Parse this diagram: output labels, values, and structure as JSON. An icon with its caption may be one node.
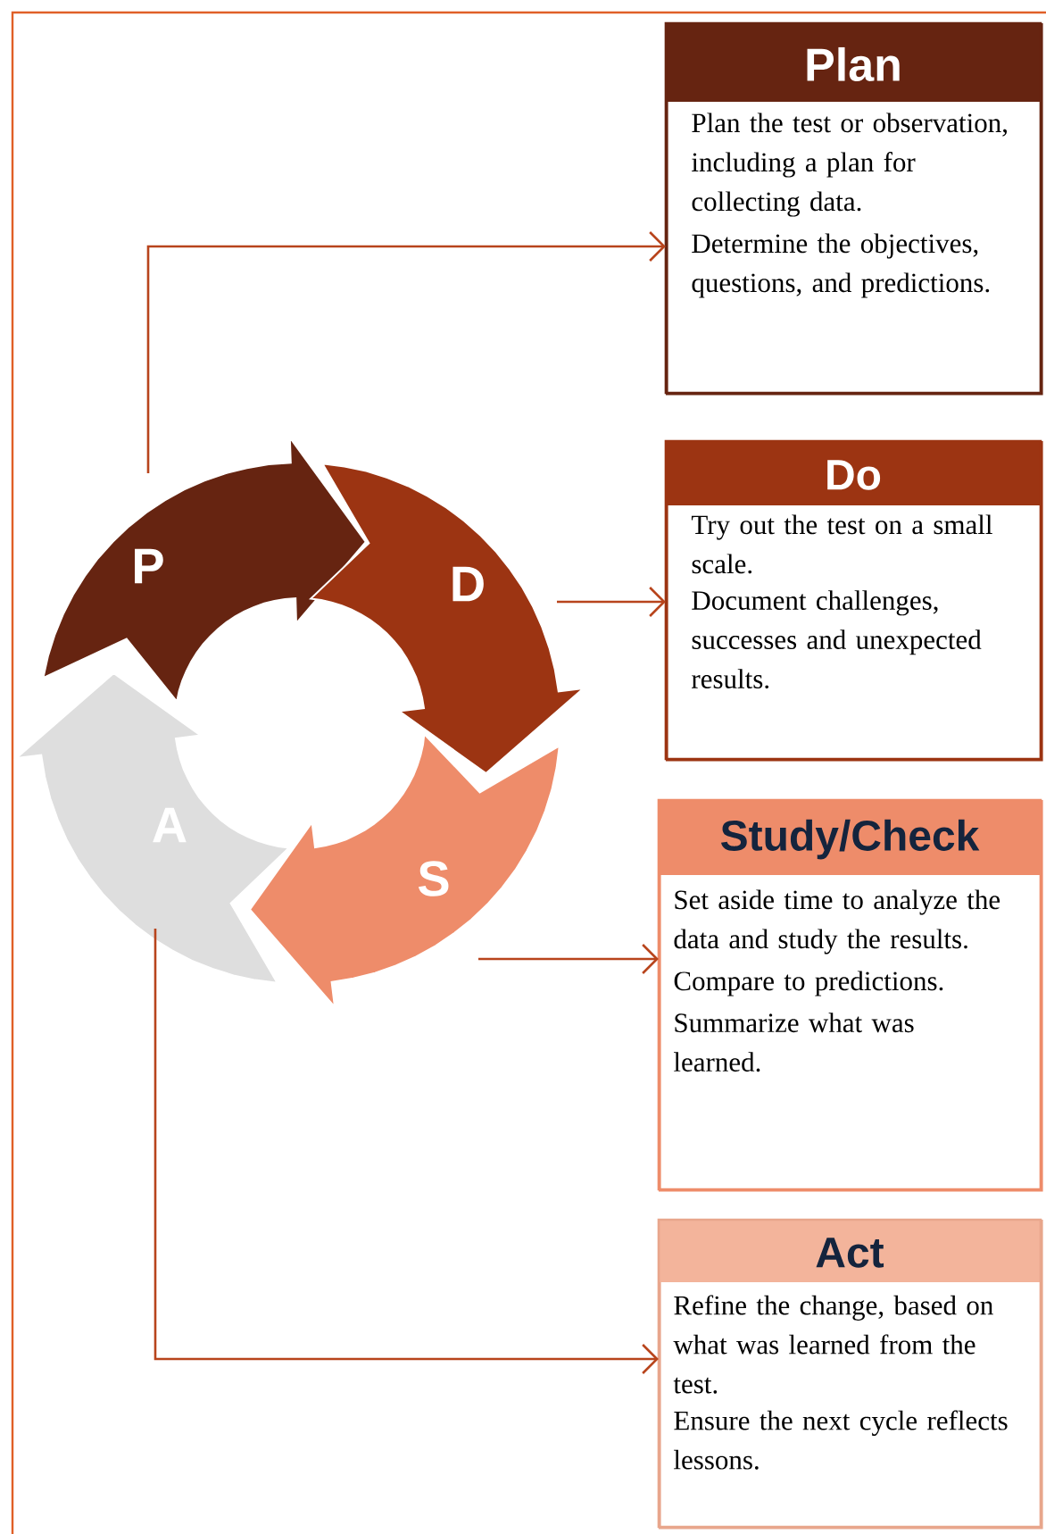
{
  "diagram": {
    "nodes": [
      {
        "text": [
          "P"
        ]
      },
      {
        "text": [
          "D"
        ]
      },
      {
        "text": [
          "S"
        ]
      },
      {
        "text": [
          "A"
        ]
      },
      {
        "text": [
          "Plan",
          "Plan the test or observation, including a plan for collecting data.",
          "Determine the objectives, questions, and predictions."
        ]
      },
      {
        "text": [
          "Do",
          "Try out the test on a small scale.",
          "Document challenges, successes and unexpected results."
        ]
      },
      {
        "text": [
          "Study/Check",
          "Set aside time to analyze the data and study the results.",
          "Compare to predictions.",
          "Summarize what was learned."
        ]
      },
      {
        "text": [
          "Act",
          "Refine the change, based on what was learned from the test.",
          "Ensure the next cycle reflects lessons."
        ]
      }
    ],
    "edges": [
      {
        "from": 0,
        "to": 4,
        "arrow": "to"
      },
      {
        "from": 1,
        "to": 5,
        "arrow": "to"
      },
      {
        "from": 2,
        "to": 6,
        "arrow": "to"
      },
      {
        "from": 3,
        "to": 7,
        "arrow": "to"
      }
    ]
  }
}
